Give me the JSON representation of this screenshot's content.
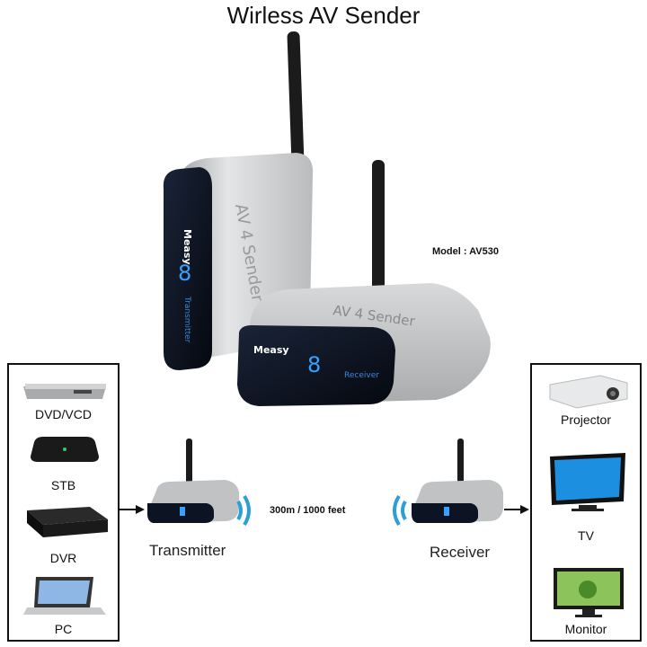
{
  "title": "Wirless AV Sender",
  "model_label": "Model : AV530",
  "distance_label": "300m / 1000 feet",
  "transmitter_label": "Transmitter",
  "receiver_label": "Receiver",
  "brand": "Measy",
  "device_side_text": "AV 4 Sender",
  "display_digit": "8",
  "front_tx_text": "Transmitter",
  "front_rx_text": "Receiver",
  "sources": [
    {
      "label": "DVD/VCD",
      "icon": "dvd-player-icon"
    },
    {
      "label": "STB",
      "icon": "set-top-box-icon"
    },
    {
      "label": "DVR",
      "icon": "dvr-icon"
    },
    {
      "label": "PC",
      "icon": "laptop-icon"
    }
  ],
  "outputs": [
    {
      "label": "Projector",
      "icon": "projector-icon"
    },
    {
      "label": "TV",
      "icon": "tv-icon"
    },
    {
      "label": "Monitor",
      "icon": "monitor-icon"
    }
  ],
  "colors": {
    "signal": "#2a9fd8",
    "panel": "#0c1424",
    "silver": "#c9cbcd",
    "digit": "#3aa0ff"
  }
}
